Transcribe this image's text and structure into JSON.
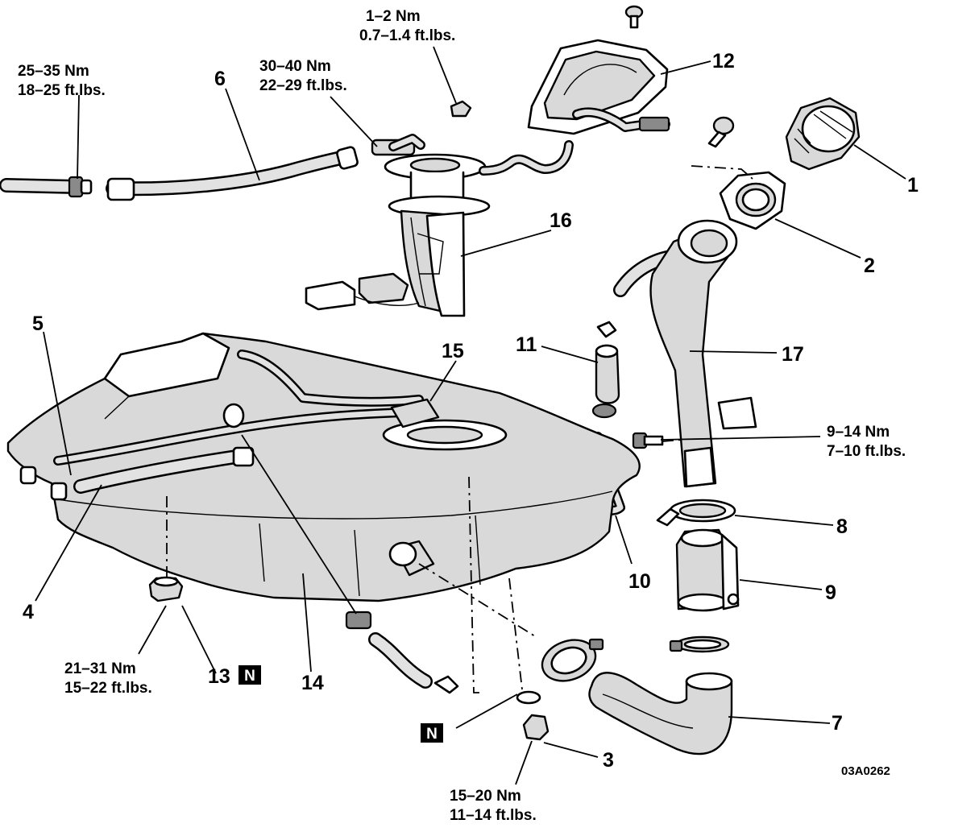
{
  "diagram_code": "03A0262",
  "part_labels": {
    "p1": "1",
    "p2": "2",
    "p3": "3",
    "p4": "4",
    "p5": "5",
    "p6": "6",
    "p7": "7",
    "p8": "8",
    "p9": "9",
    "p10": "10",
    "p11": "11",
    "p12": "12",
    "p13": "13",
    "p14": "14",
    "p15": "15",
    "p16": "16",
    "p17": "17"
  },
  "torque_specs": {
    "screw_top": {
      "nm": "1–2 Nm",
      "ftlbs": "0.7–1.4 ft.lbs."
    },
    "fuel_line": {
      "nm": "25–35 Nm",
      "ftlbs": "18–25 ft.lbs."
    },
    "pump_fitting": {
      "nm": "30–40 Nm",
      "ftlbs": "22–29 ft.lbs."
    },
    "filler_bolt": {
      "nm": "9–14 Nm",
      "ftlbs": "7–10 ft.lbs."
    },
    "drain_plug": {
      "nm": "21–31 Nm",
      "ftlbs": "15–22 ft.lbs."
    },
    "tank_nut": {
      "nm": "15–20 Nm",
      "ftlbs": "11–14 ft.lbs."
    }
  },
  "new_part_marks": {
    "mark13": "N",
    "mark_nut": "N"
  }
}
